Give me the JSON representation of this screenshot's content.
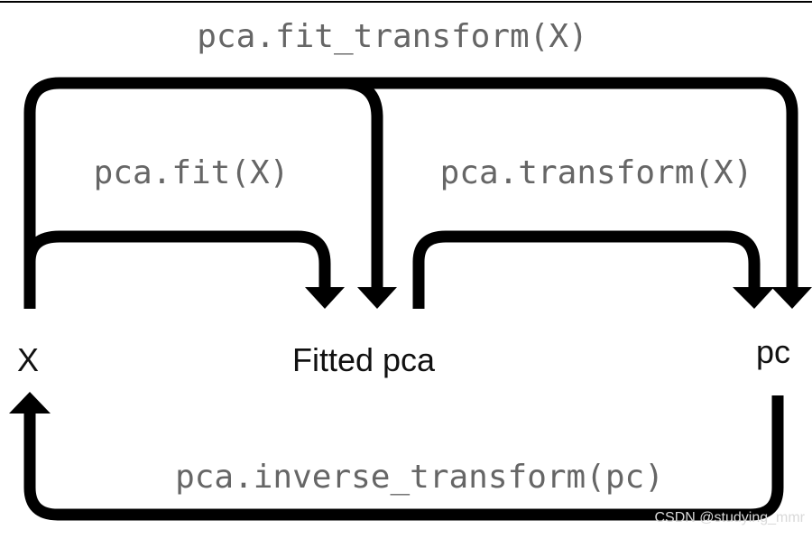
{
  "labels": {
    "fit_transform": "pca.fit_transform(X)",
    "fit": "pca.fit(X)",
    "transform": "pca.transform(X)",
    "inverse_transform": "pca.inverse_transform(pc)"
  },
  "nodes": {
    "x": "X",
    "fitted_pca": "Fitted pca",
    "pc": "pc"
  },
  "watermark": "CSDN @studying_mmr",
  "colors": {
    "arrow": "#000000",
    "method_text": "#666666",
    "node_text": "#111111",
    "background": "#ffffff"
  }
}
